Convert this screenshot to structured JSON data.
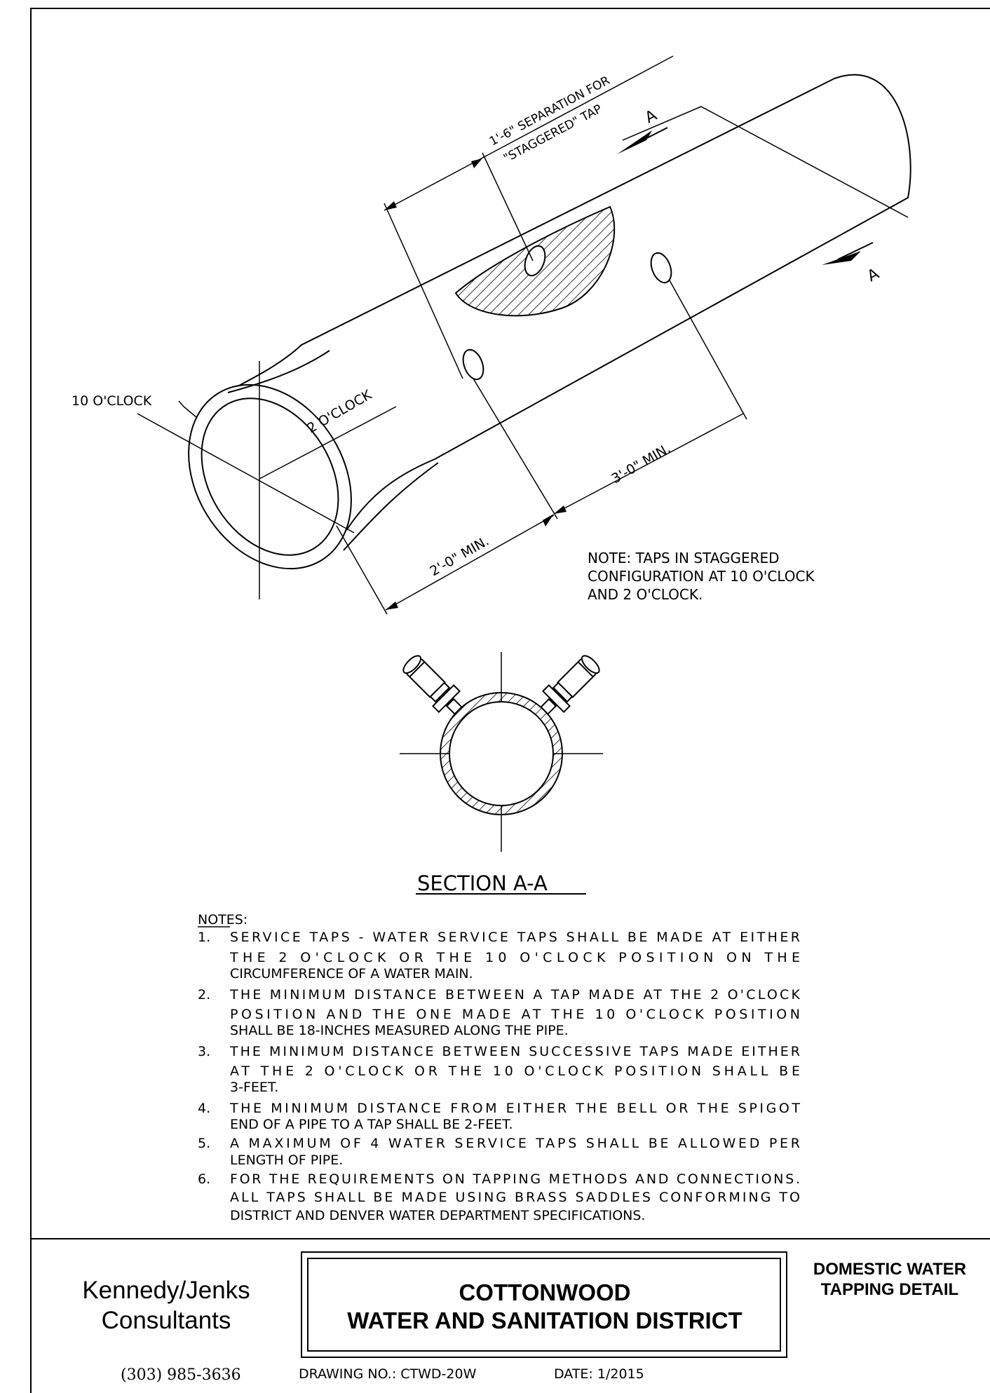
{
  "drawing": {
    "separation_line1": "1'-6\" SEPARATION FOR",
    "separation_line2": "\"STAGGERED\" TAP",
    "section_marker_top": "A",
    "section_marker_right": "A",
    "label_10_oclock": "10 O'CLOCK",
    "label_2_oclock": "2 O'CLOCK",
    "dim_3ft": "3'-0\" MIN.",
    "dim_2ft": "2'-0\" MIN.",
    "note_line1": "NOTE: TAPS IN STAGGERED",
    "note_line2": "CONFIGURATION AT 10 O'CLOCK",
    "note_line3": "AND 2 O'CLOCK.",
    "section_title": "SECTION A-A"
  },
  "notes": {
    "heading": "NOTES:",
    "items": [
      {
        "num": "1.",
        "lines": [
          "SERVICE TAPS - WATER SERVICE TAPS SHALL BE MADE AT EITHER",
          "THE 2 O'CLOCK OR THE 10 O'CLOCK POSITION ON THE",
          "CIRCUMFERENCE OF A WATER MAIN."
        ]
      },
      {
        "num": "2.",
        "lines": [
          "THE MINIMUM DISTANCE BETWEEN A TAP MADE AT THE 2 O'CLOCK",
          "POSITION AND THE ONE MADE AT THE 10 O'CLOCK POSITION",
          "SHALL BE 18-INCHES MEASURED ALONG THE PIPE."
        ]
      },
      {
        "num": "3.",
        "lines": [
          "THE MINIMUM DISTANCE BETWEEN SUCCESSIVE TAPS MADE EITHER",
          "AT THE 2 O'CLOCK OR THE 10 O'CLOCK POSITION SHALL BE",
          "3-FEET."
        ]
      },
      {
        "num": "4.",
        "lines": [
          "THE MINIMUM DISTANCE FROM EITHER THE BELL OR THE SPIGOT",
          "END OF A PIPE TO A TAP SHALL BE 2-FEET."
        ]
      },
      {
        "num": "5.",
        "lines": [
          "A MAXIMUM OF 4 WATER SERVICE TAPS SHALL BE ALLOWED PER",
          "LENGTH OF PIPE."
        ]
      },
      {
        "num": "6.",
        "lines": [
          "FOR THE REQUIREMENTS ON TAPPING METHODS AND CONNECTIONS.",
          "ALL TAPS SHALL BE MADE USING BRASS SADDLES CONFORMING TO",
          "DISTRICT AND DENVER WATER DEPARTMENT SPECIFICATIONS."
        ]
      }
    ]
  },
  "title_block": {
    "firm_line1": "Kennedy/Jenks",
    "firm_line2": "Consultants",
    "phone": "(303) 985-3636",
    "district_line1": "COTTONWOOD",
    "district_line2": "WATER AND SANITATION DISTRICT",
    "detail_line1": "DOMESTIC WATER",
    "detail_line2": "TAPPING DETAIL",
    "drawing_no": "DRAWING NO.: CTWD-20W",
    "date": "DATE: 1/2015"
  }
}
